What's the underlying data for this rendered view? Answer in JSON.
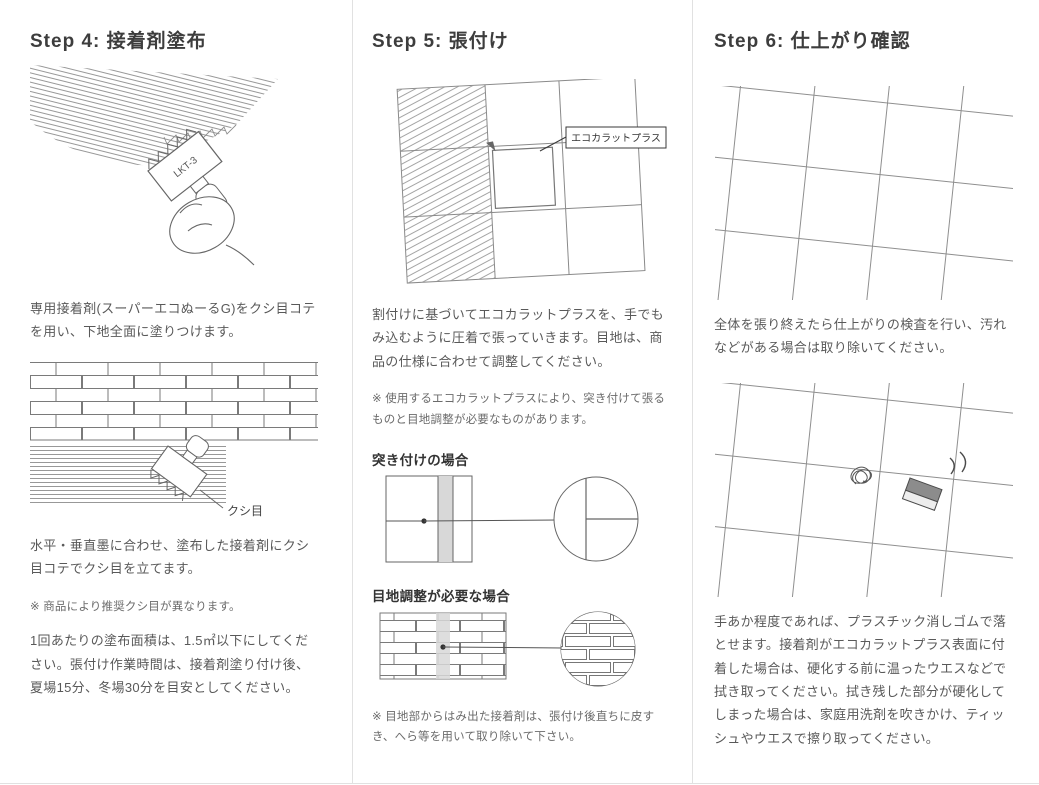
{
  "page": {
    "bg": "#ffffff",
    "divider_color": "#e1e1e1",
    "heading_color": "#3d3d3d",
    "text_color": "#595959"
  },
  "step4": {
    "heading": "Step 4: 接着剤塗布",
    "trowel_label": "LKT-3",
    "para1": "専用接着剤(スーパーエコぬーるG)をクシ目コテを用い、下地全面に塗りつけます。",
    "comb_label": "クシ目",
    "para2": "水平・垂直墨に合わせ、塗布した接着剤にクシ目コテでクシ目を立てます。",
    "note1": "※ 商品により推奨クシ目が異なります。",
    "para3": "1回あたりの塗布面積は、1.5㎡以下にしてください。張付け作業時間は、接着剤塗り付け後、夏場15分、冬場30分を目安としてください。"
  },
  "step5": {
    "heading": "Step 5: 張付け",
    "tile_label": "エコカラットプラス",
    "para1": "割付けに基づいてエコカラットプラスを、手でもみ込むように圧着で張っていきます。目地は、商品の仕様に合わせて調整してください。",
    "note1": "※ 使用するエコカラットプラスにより、突き付けて張るものと目地調整が必要なものがあります。",
    "sub1": "突き付けの場合",
    "sub2": "目地調整が必要な場合",
    "note2": "※ 目地部からはみ出た接着剤は、張付け後直ちに皮すき、へら等を用いて取り除いて下さい。"
  },
  "step6": {
    "heading": "Step 6: 仕上がり確認",
    "para1": "全体を張り終えたら仕上がりの検査を行い、汚れなどがある場合は取り除いてください。",
    "para2": "手あか程度であれば、プラスチック消しゴムで落とせます。接着剤がエコカラットプラス表面に付着した場合は、硬化する前に温ったウエスなどで拭き取ってください。拭き残した部分が硬化してしまった場合は、家庭用洗剤を吹きかけ、ティッシュやウエスで擦り取ってください。"
  }
}
